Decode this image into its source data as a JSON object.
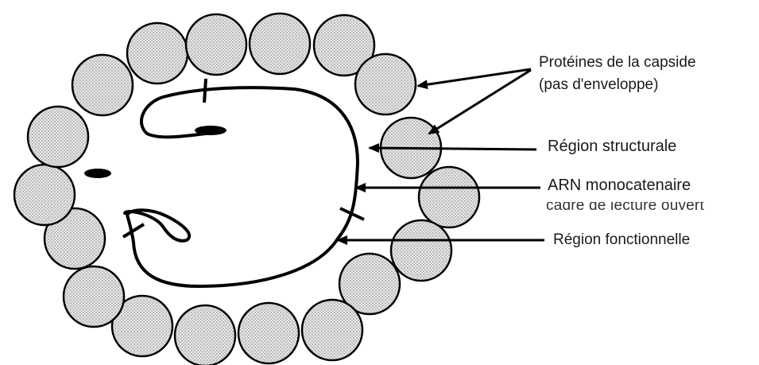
{
  "labels": {
    "capsid_proteins": "Protéines de la capside",
    "no_envelope": "(pas d'enveloppe)",
    "structural_region": "Région structurale",
    "ssrna": "ARN monocatenaire",
    "open_reading_frame": "cadre de lecture ouvert",
    "functional_region": "Région fonctionnelle"
  },
  "colors": {
    "ink": "#000000",
    "capsomer_fill": "#d9d9d9",
    "background": "#ffffff"
  }
}
